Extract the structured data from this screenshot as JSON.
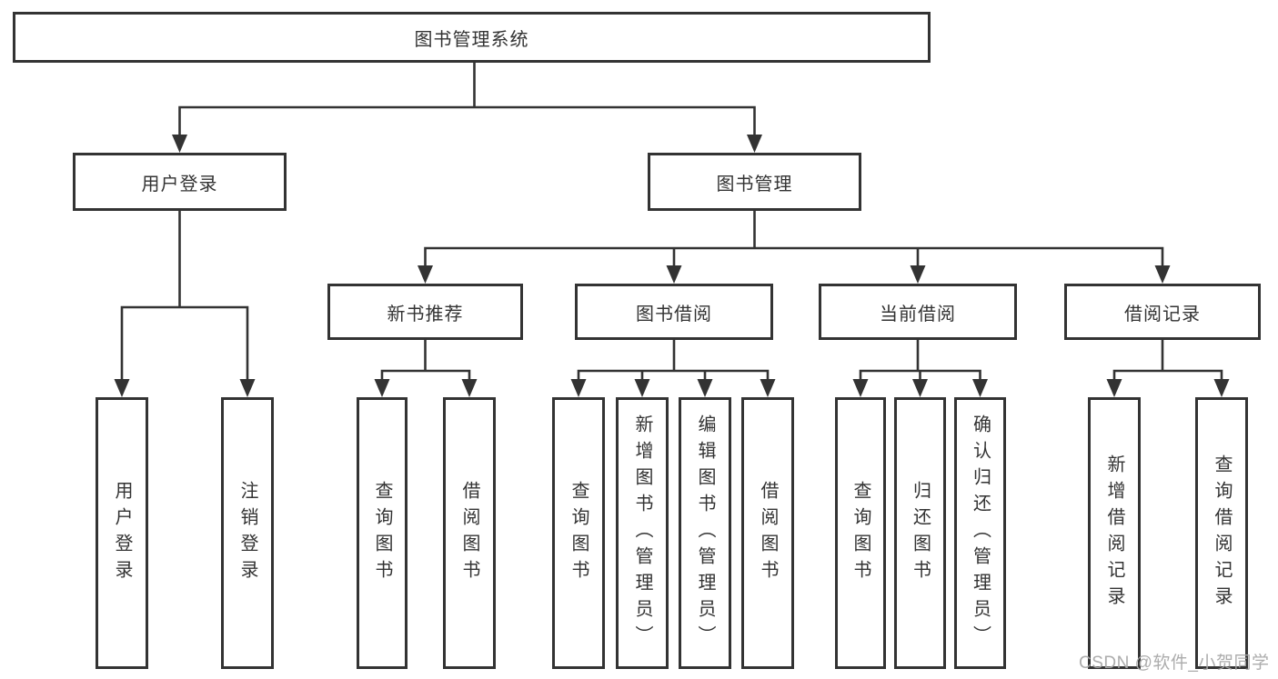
{
  "diagram": {
    "root": {
      "label": "图书管理系统",
      "children": [
        {
          "label": "用户登录",
          "leaves": [
            "用户登录",
            "注销登录"
          ]
        },
        {
          "label": "图书管理",
          "children": [
            {
              "label": "新书推荐",
              "leaves": [
                "查询图书",
                "借阅图书"
              ]
            },
            {
              "label": "图书借阅",
              "leaves": [
                "查询图书",
                "新增图书（管理员）",
                "编辑图书（管理员）",
                "借阅图书"
              ]
            },
            {
              "label": "当前借阅",
              "leaves": [
                "查询图书",
                "归还图书",
                "确认归还（管理员）"
              ]
            },
            {
              "label": "借阅记录",
              "leaves": [
                "新增借阅记录",
                "查询借阅记录"
              ]
            }
          ]
        }
      ]
    },
    "colors": {
      "line": "#333333",
      "box_border": "#333333",
      "box_fill": "#ffffff",
      "text": "#333333",
      "watermark": "#a8a8a8"
    }
  },
  "watermark": {
    "text": "CSDN @软件_小贺同学"
  }
}
